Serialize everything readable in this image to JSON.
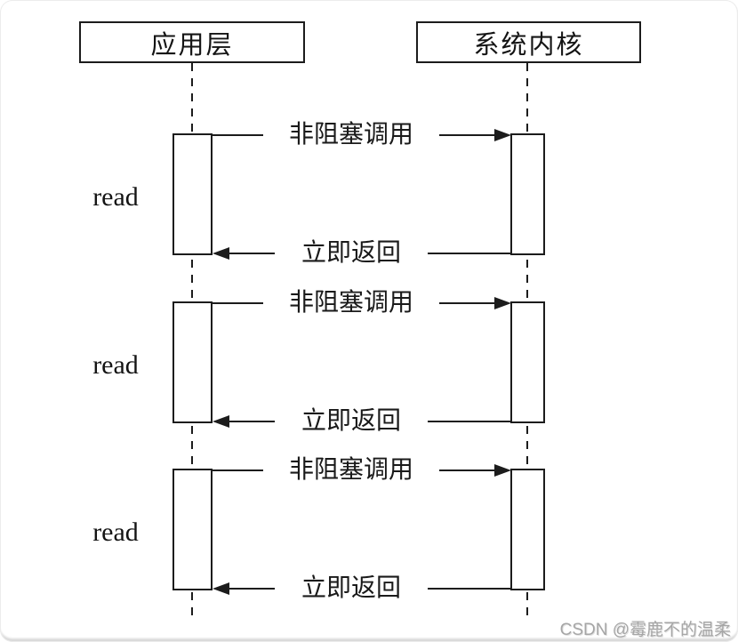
{
  "diagram": {
    "actors": [
      {
        "label": "应用层"
      },
      {
        "label": "系统内核"
      }
    ],
    "cycles": [
      {
        "operation": "read",
        "call_label": "非阻塞调用",
        "return_label": "立即返回"
      },
      {
        "operation": "read",
        "call_label": "非阻塞调用",
        "return_label": "立即返回"
      },
      {
        "operation": "read",
        "call_label": "非阻塞调用",
        "return_label": "立即返回"
      }
    ],
    "watermark": "CSDN @霉鹿不的温柔",
    "colors": {
      "line": "#1c1c1c",
      "background": "#ffffff",
      "watermark": "#a6a6a6",
      "frame": "#d9d9d9"
    }
  }
}
